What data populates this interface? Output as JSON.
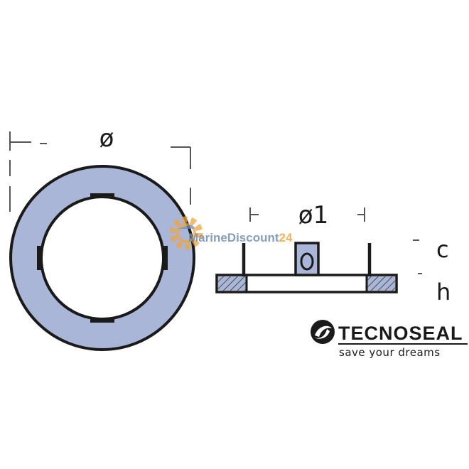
{
  "labels": {
    "outer_diameter": "ø",
    "inner_diameter": "ø1",
    "thickness_c": "c",
    "thickness_h": "h"
  },
  "watermark": {
    "text_left": "MarineDiscount",
    "text_right": "24",
    "color_left": "#6f8fb0",
    "color_right": "#f0a540"
  },
  "brand": {
    "name": "TECNOSEAL",
    "tagline": "save your dreams"
  },
  "colors": {
    "anode_fill": "#a9b6d7",
    "outline": "#1a1a1a",
    "dimension_line": "#555555",
    "hatch": "#333333"
  }
}
